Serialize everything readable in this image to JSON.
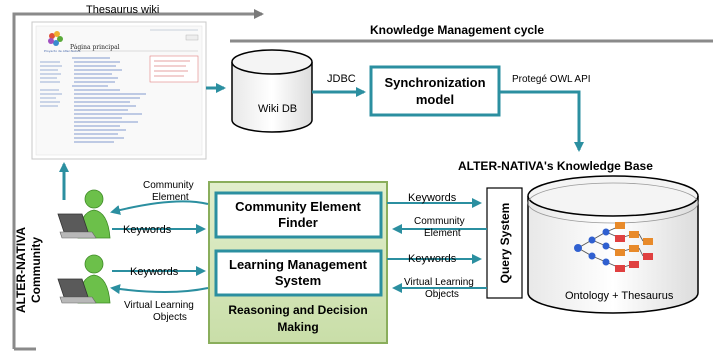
{
  "title": "Knowledge Management cycle",
  "wiki": {
    "label": "Thesaurus wiki",
    "page_heading": "Página principal",
    "logo_text": "Proyecto de Alter-Nativa"
  },
  "wiki_db": {
    "label": "Wiki DB"
  },
  "jdbc": {
    "label": "JDBC"
  },
  "sync": {
    "line1": "Synchronization",
    "line2": "model"
  },
  "protege": {
    "label": "Protegé OWL API"
  },
  "kb": {
    "title": "ALTER-NATIVA's Knowledge Base",
    "content_label": "Ontology + Thesaurus"
  },
  "community": {
    "line1": "ALTER-NATIVA",
    "line2": "Community"
  },
  "left_labels": {
    "community_element_1": "Community",
    "community_element_2": "Element",
    "keywords_1": "Keywords",
    "keywords_2": "Keywords",
    "vlo_1": "Virtual Learning",
    "vlo_2": "Objects"
  },
  "rdm": {
    "cef_line1": "Community Element",
    "cef_line2": "Finder",
    "lms_line1": "Learning Management",
    "lms_line2": "System",
    "footer_line1": "Reasoning and Decision",
    "footer_line2": "Making"
  },
  "middle_labels": {
    "keywords_1": "Keywords",
    "community_element_1": "Community",
    "community_element_2": "Element",
    "keywords_2": "Keywords",
    "vlo_1": "Virtual Learning",
    "vlo_2": "Objects"
  },
  "query_system": {
    "label": "Query System"
  },
  "colors": {
    "teal": "#2b8fa0",
    "green_fill": "#d7e7bf",
    "green_border": "#8aae5c",
    "cylinder_top": "#f4f4f4",
    "person_green": "#6cc04a"
  }
}
